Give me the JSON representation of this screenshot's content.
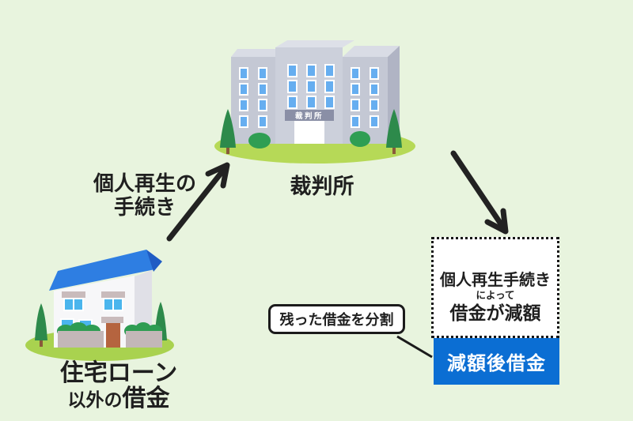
{
  "canvas": {
    "background_color": "#e8f4de",
    "ink_color": "#1f1f1f"
  },
  "courthouse": {
    "sign_text": "裁判所",
    "label": "裁判所"
  },
  "house": {
    "label_line1": "住宅ローン",
    "label_line2_small": "以外の",
    "label_line2_large": "借金"
  },
  "procedure_arrow": {
    "label_line1": "個人再生の",
    "label_line2": "手続き"
  },
  "result_box": {
    "line1": "個人再生手続き",
    "line2": "によって",
    "line3": "借金が減額"
  },
  "reduced_debt_box": {
    "label": "減額後借金",
    "color": "#0b6ed3"
  },
  "callout": {
    "label": "残った借金を分割"
  },
  "illustration_colors": {
    "roof_blue": "#2e7ee2",
    "building_face": "#ccd0db",
    "window_blue": "#66aef0",
    "grass_green": "#b6d957",
    "tree_green": "#2d8a4b"
  }
}
